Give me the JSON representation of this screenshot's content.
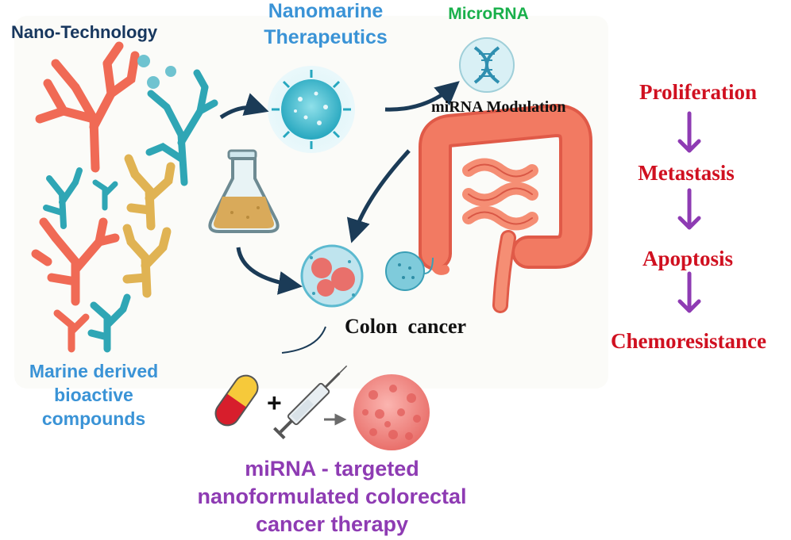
{
  "labels": {
    "nano_technology": "Nano-Technology",
    "nanomarine": [
      "Nanomarine",
      "Therapeutics"
    ],
    "microrna": "MicroRNA",
    "mirna_modulation": "miRNA Modulation",
    "colon_cancer": "Colon  cancer",
    "marine_derived": [
      "Marine derived",
      "bioactive",
      "compounds"
    ],
    "therapy": [
      "miRNA - targeted",
      "nanoformulated colorectal",
      "cancer therapy"
    ],
    "plus": "+"
  },
  "outcomes": [
    "Proliferation",
    "Metastasis",
    "Apoptosis",
    "Chemoresistance"
  ],
  "colors": {
    "navy": "#17375e",
    "sky": "#3a93d6",
    "green": "#19b04b",
    "red": "#d01020",
    "purple": "#8e3bb3",
    "coral": "#f06a55",
    "teal": "#2fa6b5",
    "mustard": "#e0b353",
    "arrow_dark": "#1b3b57"
  }
}
